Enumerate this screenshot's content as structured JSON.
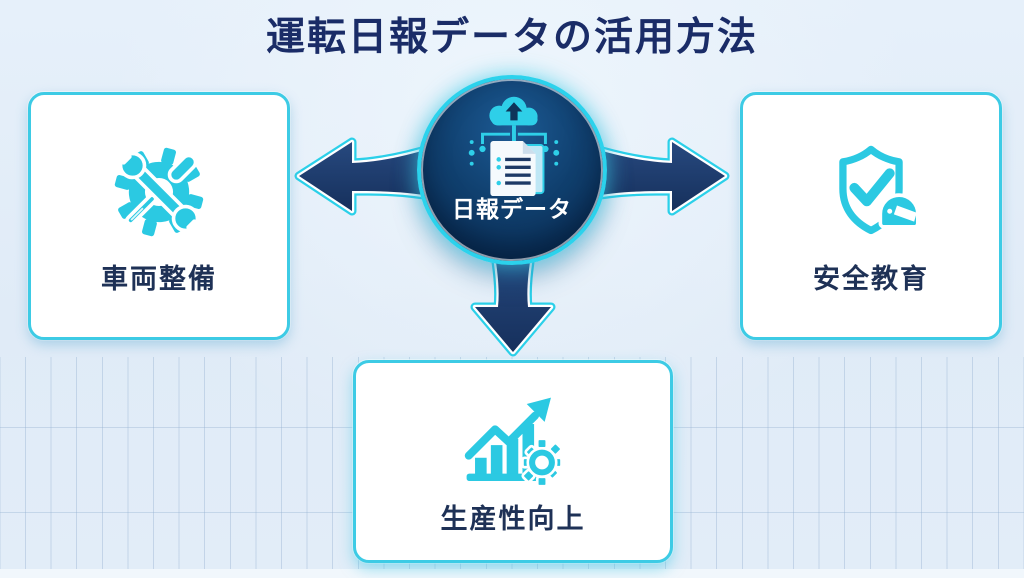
{
  "title": "運転日報データの活用方法",
  "center_node": {
    "label": "日報データ",
    "icon": "cloud-upload-documents-icon"
  },
  "branch_nodes": [
    {
      "id": "vehicle-maintenance",
      "position": "left",
      "label": "車両整備",
      "icon": "gear-wrench-screwdriver-icon"
    },
    {
      "id": "safety-education",
      "position": "right",
      "label": "安全教育",
      "icon": "shield-check-helmet-icon"
    },
    {
      "id": "productivity",
      "position": "bottom",
      "label": "生産性向上",
      "icon": "growth-chart-gear-icon"
    }
  ],
  "colors": {
    "background": "#e2edf8",
    "accent_cyan": "#2bc9e2",
    "circle_navy": "#0e3459",
    "arrow_navy": "#1e3a6b",
    "title_navy": "#1a2c67",
    "label_navy": "#1e3156",
    "card_border": "#3dcbe5",
    "grid_line": "#94b0d0"
  }
}
